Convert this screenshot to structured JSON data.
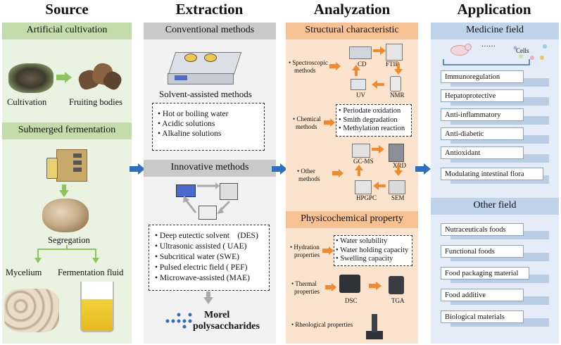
{
  "headers": {
    "source": "Source",
    "extraction": "Extraction",
    "analyzation": "Analyzation",
    "application": "Application"
  },
  "source": {
    "cultivation_title": "Artificial cultivation",
    "cultivation_label": "Cultivation",
    "fruiting_label": "Fruiting bodies",
    "fermentation_title": "Submerged fermentation",
    "segregation_label": "Segregation",
    "mycelium_label": "Mycelium",
    "fluid_label": "Fermentation fluid"
  },
  "extraction": {
    "conventional_title": "Conventional methods",
    "solvent_label": "Solvent-assisted methods",
    "conventional_items": [
      "Hot or boiling water",
      "Acidic solutions",
      "Alkaline solutions"
    ],
    "innovative_title": "Innovative methods",
    "innovative_items": [
      "Deep eutectic solvent　(DES)",
      "Ultrasonic assisted ( UAE)",
      "Subcritical water (SWE)",
      " Pulsed electric field ( PEF)",
      "Microwave-assisted (MAE)"
    ],
    "product_line1": "Morel",
    "product_line2": "polysaccharides"
  },
  "analyzation": {
    "structural_title": "Structural characteristic",
    "spectroscopic_l1": "• Spectroscopic",
    "spectroscopic_l2": "methods",
    "cd": "CD",
    "ftir": "FTIR",
    "uv": "UV",
    "nmr": "NMR",
    "chemical_l1": "• Chemical",
    "chemical_l2": "methods",
    "chemical_items": [
      "Periodate oxidation",
      "Smith degradation",
      "Methylation reaction"
    ],
    "other_l1": "• Other",
    "other_l2": "methods",
    "gcms": "GC-MS",
    "xrd": "XRD",
    "sem": "SEM",
    "hpgc": "HPGPC",
    "physico_title": "Physicochemical property",
    "hydration_l1": "• Hydration",
    "hydration_l2": "properties",
    "hydration_items": [
      "Water solubility",
      "Water holding capacity",
      "Swelling capacity"
    ],
    "thermal_l1": "• Thermal",
    "thermal_l2": "properties",
    "dsc": "DSC",
    "tga": "TGA",
    "rheological": "• Rheological properties"
  },
  "application": {
    "medicine_title": "Medicine field",
    "dots": "……",
    "cells": "Cells",
    "medicine_items": [
      "Immunoregulation",
      "Hepatoprotective",
      "Anti-inflammatory",
      "Anti-diabetic",
      "Antioxidant",
      "Modulating intestinal flora"
    ],
    "other_title": "Other field",
    "other_items": [
      "Nutraceuticals foods",
      "Functional foods",
      "Food packaging material",
      "Food additive",
      "Biological materials"
    ]
  },
  "colors": {
    "green_band": "#c3dcaa",
    "green_bg": "#eaf3e2",
    "gray_band": "#c9c9c9",
    "gray_bg": "#f2f2f2",
    "orange_band": "#f6c294",
    "orange_bg": "#fbe3cd",
    "blue_band": "#bfd3ea",
    "blue_bg": "#e4edf7",
    "arrow_blue": "#2e6fc0",
    "arrow_orange": "#f08a2c",
    "arrow_green": "#8cc45e"
  }
}
